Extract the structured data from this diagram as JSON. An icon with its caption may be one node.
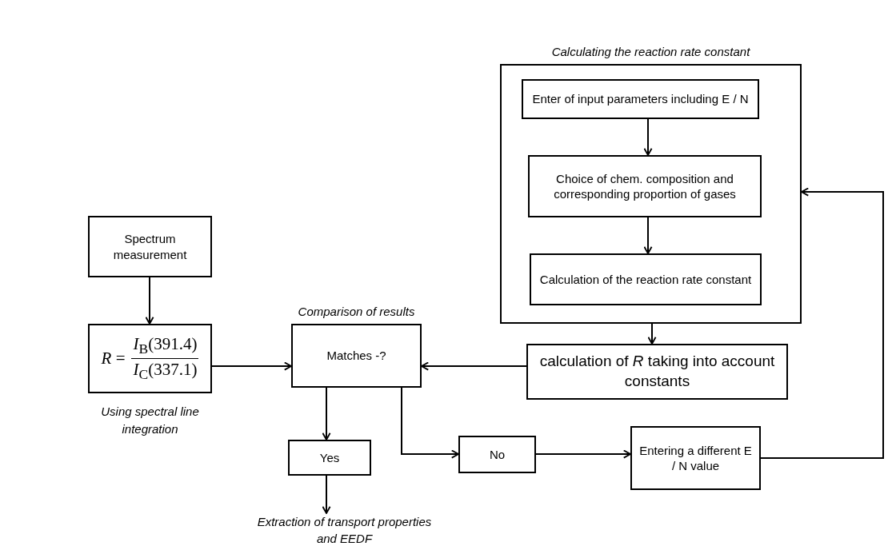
{
  "diagram": {
    "nodes": [
      {
        "text": [
          "Calculating the reaction rate constant"
        ]
      },
      {
        "text": [
          "Enter of input parameters including E / N"
        ],
        "in": 0
      },
      {
        "text": [
          "Choice of chem. composition and corresponding proportion of gases"
        ],
        "in": 0
      },
      {
        "text": [
          "Calculation of the reaction rate constant"
        ],
        "in": 0
      },
      {
        "text": [
          "Spectrum measurement"
        ]
      },
      {
        "text": [
          "*R* =",
          "*I*$_{B}$(391.4)",
          "*I*$_{C}$(337.1)"
        ],
        "beside": [
          "Using spectral line integration"
        ]
      },
      {
        "text": [
          "Comparison of results",
          "Matches -?"
        ]
      },
      {
        "text": [
          "calculation of *R* taking into account constants"
        ]
      },
      {
        "text": [
          "Yes"
        ]
      },
      {
        "text": [
          "No"
        ]
      },
      {
        "text": [
          "Entering a different E / N value"
        ]
      },
      {
        "text": [
          "Extraction of transport properties and EEDF"
        ]
      }
    ],
    "edges": [
      {
        "from": 1,
        "to": 2,
        "arrow": "to"
      },
      {
        "from": 2,
        "to": 3,
        "arrow": "to"
      },
      {
        "from": 0,
        "to": 7,
        "arrow": "to"
      },
      {
        "from": 4,
        "to": 5,
        "arrow": "to"
      },
      {
        "from": 5,
        "to": 6,
        "arrow": "to"
      },
      {
        "from": 7,
        "to": 6,
        "arrow": "to"
      },
      {
        "from": 6,
        "to": 8,
        "arrow": "to"
      },
      {
        "from": 6,
        "to": 9,
        "arrow": "to"
      },
      {
        "from": 9,
        "to": 10,
        "arrow": "to"
      },
      {
        "from": 10,
        "to": 0,
        "arrow": "to"
      },
      {
        "from": 8,
        "to": 11,
        "arrow": "to"
      }
    ]
  }
}
